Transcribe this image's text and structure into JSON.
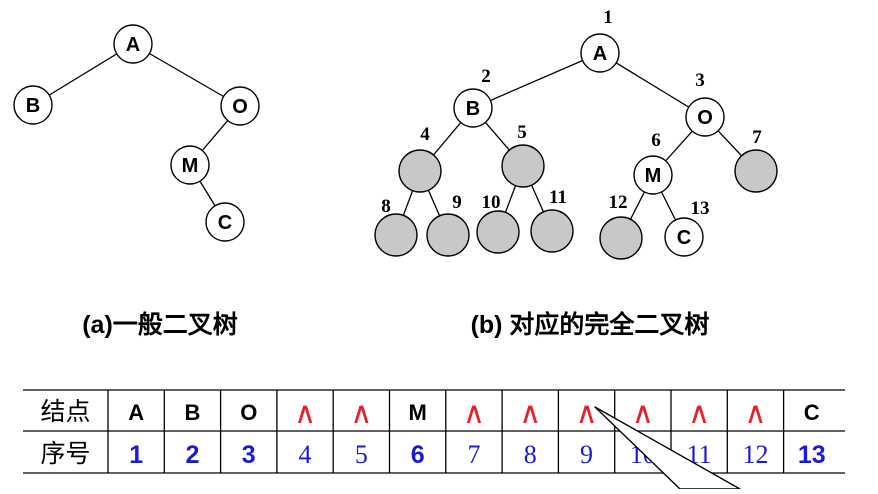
{
  "tree_a": {
    "caption": "(a)一般二叉树",
    "nodes": [
      {
        "id": "A",
        "label": "A"
      },
      {
        "id": "B",
        "label": "B"
      },
      {
        "id": "O",
        "label": "O"
      },
      {
        "id": "M",
        "label": "M"
      },
      {
        "id": "C",
        "label": "C"
      }
    ],
    "edges": [
      [
        "A",
        "B"
      ],
      [
        "A",
        "O"
      ],
      [
        "O",
        "M"
      ],
      [
        "M",
        "C"
      ]
    ]
  },
  "tree_b": {
    "caption": "(b) 对应的完全二叉树",
    "nodes": [
      {
        "id": "n1",
        "label": "A",
        "number": "1",
        "filled": false
      },
      {
        "id": "n2",
        "label": "B",
        "number": "2",
        "filled": false
      },
      {
        "id": "n3",
        "label": "O",
        "number": "3",
        "filled": false
      },
      {
        "id": "n4",
        "label": "",
        "number": "4",
        "filled": true
      },
      {
        "id": "n5",
        "label": "",
        "number": "5",
        "filled": true
      },
      {
        "id": "n6",
        "label": "M",
        "number": "6",
        "filled": false
      },
      {
        "id": "n7",
        "label": "",
        "number": "7",
        "filled": true
      },
      {
        "id": "n8",
        "label": "",
        "number": "8",
        "filled": true
      },
      {
        "id": "n9",
        "label": "",
        "number": "9",
        "filled": true
      },
      {
        "id": "n10",
        "label": "",
        "number": "10",
        "filled": true
      },
      {
        "id": "n11",
        "label": "",
        "number": "11",
        "filled": true
      },
      {
        "id": "n12",
        "label": "",
        "number": "12",
        "filled": true
      },
      {
        "id": "n13",
        "label": "C",
        "number": "13",
        "filled": false
      }
    ],
    "edges": [
      [
        "n1",
        "n2"
      ],
      [
        "n1",
        "n3"
      ],
      [
        "n2",
        "n4"
      ],
      [
        "n2",
        "n5"
      ],
      [
        "n3",
        "n6"
      ],
      [
        "n3",
        "n7"
      ],
      [
        "n4",
        "n8"
      ],
      [
        "n4",
        "n9"
      ],
      [
        "n5",
        "n10"
      ],
      [
        "n5",
        "n11"
      ],
      [
        "n6",
        "n12"
      ],
      [
        "n6",
        "n13"
      ]
    ]
  },
  "table": {
    "row1_header": "结点",
    "row2_header": "序号",
    "cells": [
      {
        "node": "A",
        "index": "1",
        "empty": false
      },
      {
        "node": "B",
        "index": "2",
        "empty": false
      },
      {
        "node": "O",
        "index": "3",
        "empty": false
      },
      {
        "node": "∧",
        "index": "4",
        "empty": true
      },
      {
        "node": "∧",
        "index": "5",
        "empty": true
      },
      {
        "node": "M",
        "index": "6",
        "empty": false
      },
      {
        "node": "∧",
        "index": "7",
        "empty": true
      },
      {
        "node": "∧",
        "index": "8",
        "empty": true
      },
      {
        "node": "∧",
        "index": "9",
        "empty": true
      },
      {
        "node": "∧",
        "index": "10",
        "empty": true
      },
      {
        "node": "∧",
        "index": "11",
        "empty": true
      },
      {
        "node": "∧",
        "index": "12",
        "empty": true
      },
      {
        "node": "C",
        "index": "13",
        "empty": false
      }
    ]
  },
  "colors": {
    "node_fill": "#ffffff",
    "empty_node_fill": "#c8c8c8",
    "stroke": "#000000",
    "empty_symbol": "#e8202a",
    "index_text": "#1a1ad6"
  }
}
